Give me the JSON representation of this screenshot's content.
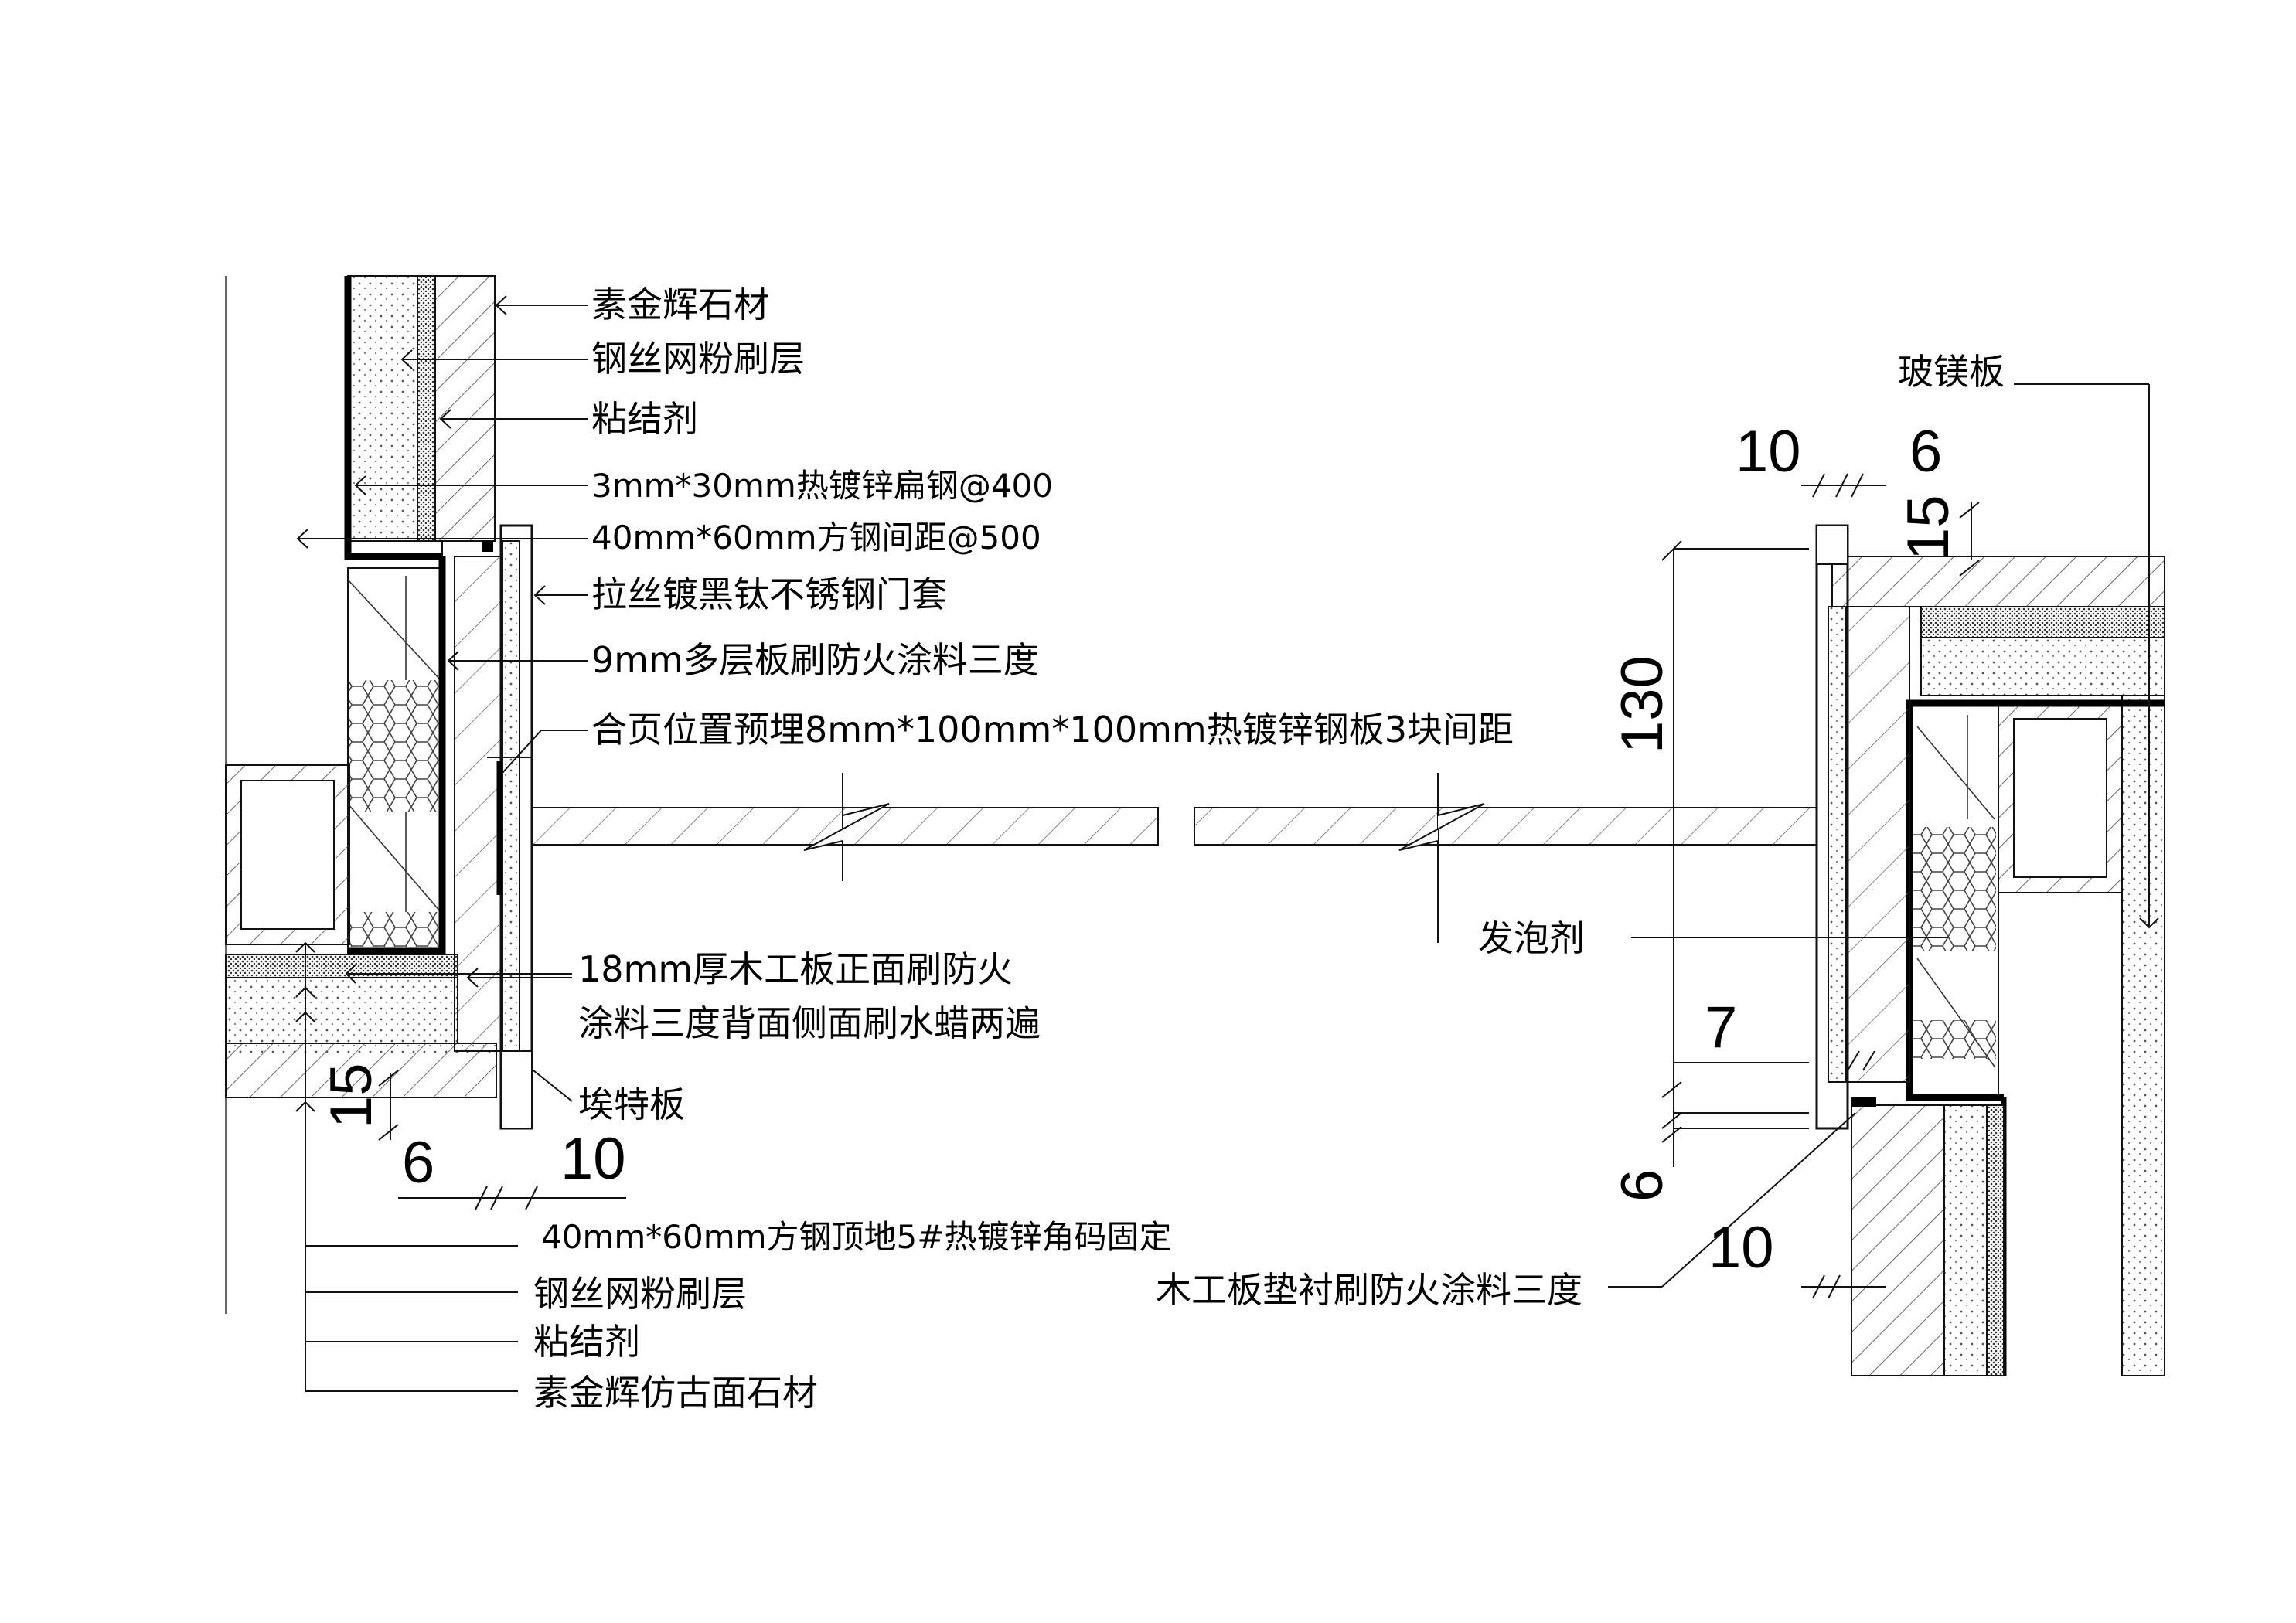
{
  "left_detail": {
    "labels_top": [
      "素金辉石材",
      "钢丝网粉刷层",
      "粘结剂",
      "3mm*30mm热镀锌扁钢@400",
      "40mm*60mm方钢间距@500",
      "拉丝镀黑钛不锈钢门套",
      "9mm多层板刷防火涂料三度",
      "合页位置预埋8mm*100mm*100mm热镀锌钢板3块间距"
    ],
    "labels_middle": [
      "18mm厚木工板正面刷防火",
      "涂料三度背面侧面刷水蜡两遍",
      "埃特板"
    ],
    "labels_bottom": [
      "40mm*60mm方钢顶地5#热镀锌角码固定",
      "钢丝网粉刷层",
      "粘结剂",
      "素金辉仿古面石材"
    ],
    "dims": [
      "15",
      "6",
      "10"
    ]
  },
  "right_detail": {
    "labels": {
      "glass_mg_board": "玻镁板",
      "foam": "发泡剂",
      "wood_backing": "木工板垫衬刷防火涂料三度"
    },
    "dims": {
      "top_left": "10",
      "top_right": "6",
      "top_offset": "15",
      "height": "130",
      "gap": "7",
      "bottom_a": "6",
      "bottom_b": "10"
    }
  },
  "colors": {
    "line": "#111111",
    "background": "#ffffff"
  }
}
